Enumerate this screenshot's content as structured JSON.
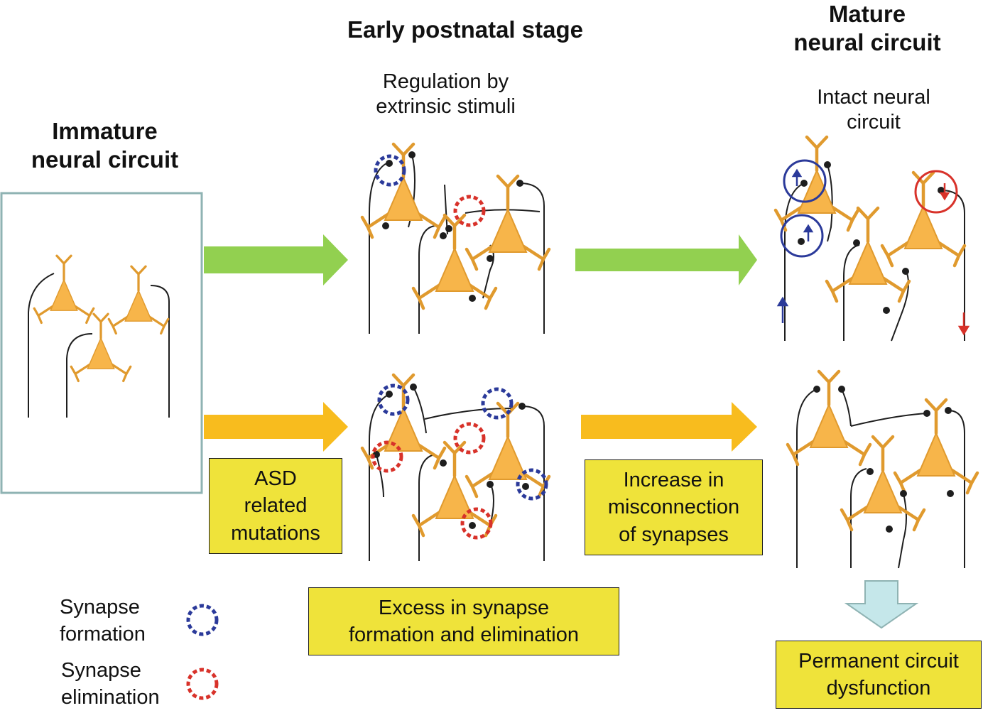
{
  "immature": {
    "title_line1": "Immature",
    "title_line2": "neural circuit"
  },
  "early": {
    "title": "Early postnatal stage",
    "sub_line1": "Regulation by",
    "sub_line2": "extrinsic stimuli"
  },
  "mature": {
    "title_line1": "Mature",
    "title_line2": "neural circuit",
    "sub_line1": "Intact neural",
    "sub_line2": "circuit"
  },
  "boxes": {
    "asd": {
      "line1": "ASD",
      "line2": "related",
      "line3": "mutations"
    },
    "increase": {
      "line1": "Increase in",
      "line2": "misconnection",
      "line3": "of synapses"
    },
    "excess": {
      "line1": "Excess in synapse",
      "line2": "formation and elimination"
    },
    "permanent": {
      "line1": "Permanent circuit",
      "line2": "dysfunction"
    }
  },
  "legend": {
    "formation": {
      "line1": "Synapse",
      "line2": "formation",
      "color": "#2b3a9a"
    },
    "elimination": {
      "line1": "Synapse",
      "line2": "elimination",
      "color": "#d8322a"
    }
  },
  "colors": {
    "neuron_fill": "#f7b54a",
    "neuron_stroke": "#e09a2e",
    "arrow_green": "#92d050",
    "arrow_orange": "#f8bc1e",
    "box_yellow": "#efe33a",
    "down_arrow": "#c5e7ea",
    "frame": "#8fb3b3"
  }
}
